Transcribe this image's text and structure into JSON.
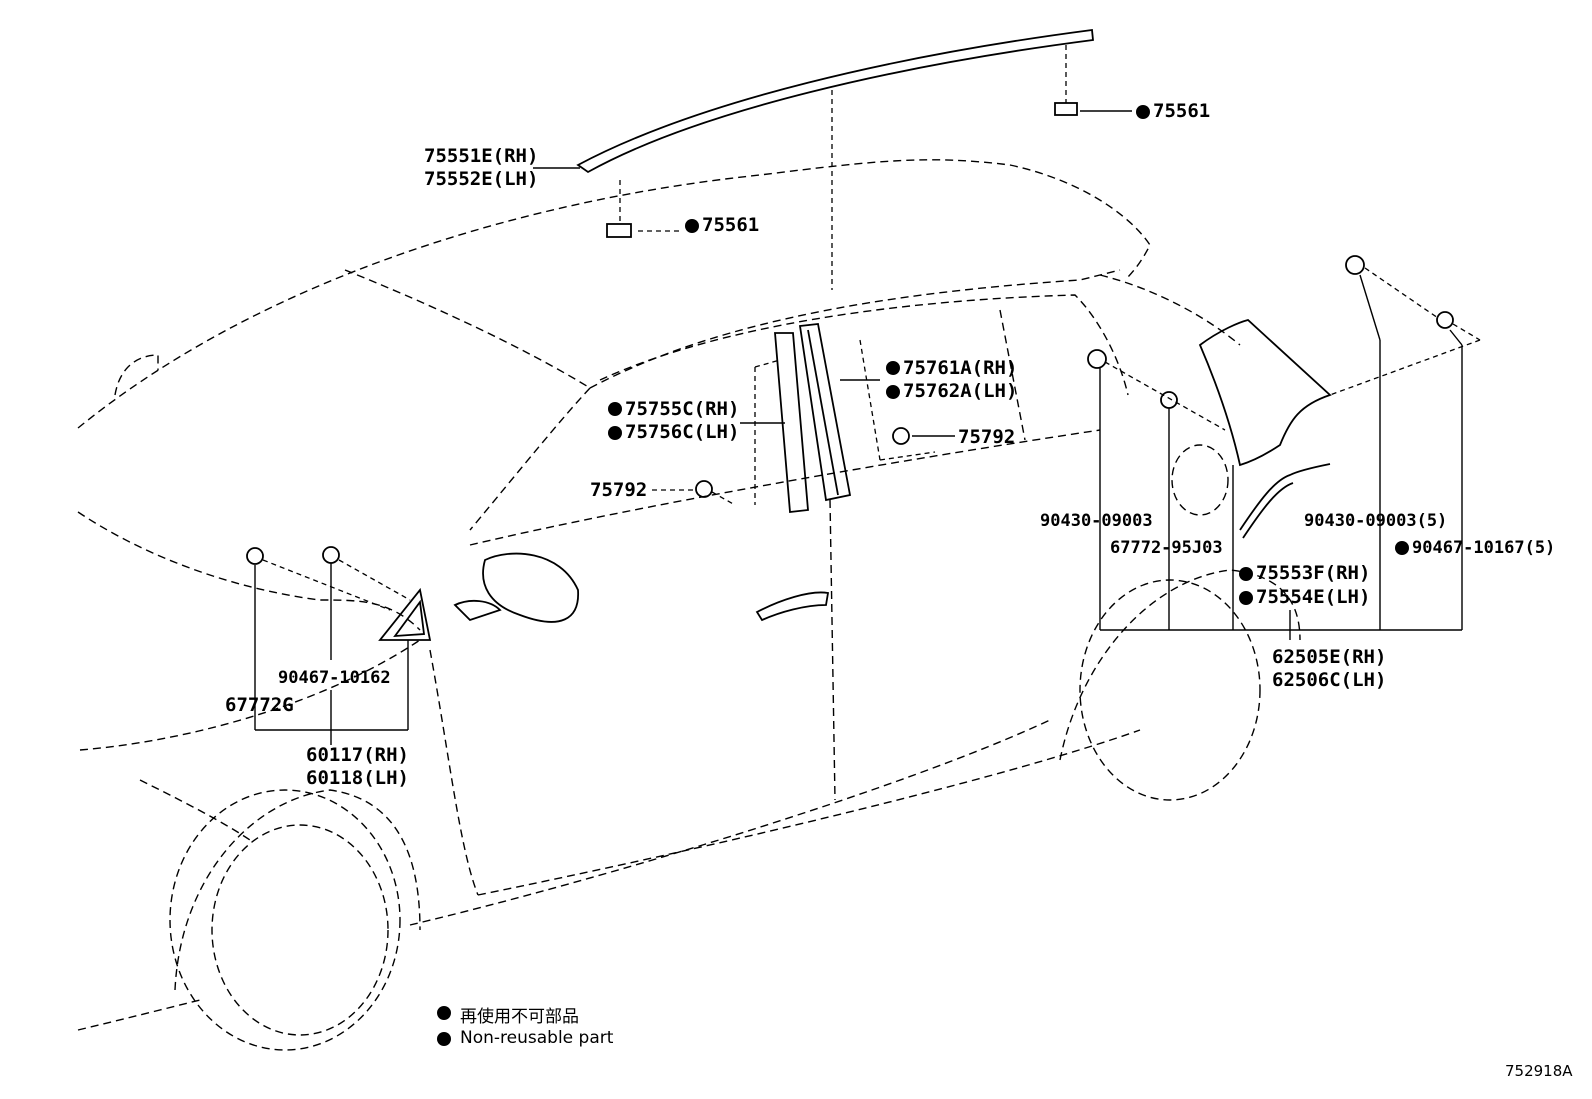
{
  "labels": {
    "roof_molding_rh": "75551E(RH)",
    "roof_molding_lh": "75552E(LH)",
    "clip_75561_a": "75561",
    "clip_75561_b": "75561",
    "pillar_rear_rh": "75761A(RH)",
    "pillar_rear_lh": "75762A(LH)",
    "pillar_front_rh": "75755C(RH)",
    "pillar_front_lh": "75756C(LH)",
    "clip_75792_a": "75792",
    "clip_75792_b": "75792",
    "screw_90430_a": "90430-09003",
    "screw_90430_b": "90430-09003(5)",
    "clip_90467_10167": "90467-10167(5)",
    "part_67772_95j03": "67772-95J03",
    "quarter_rh": "75553F(RH)",
    "quarter_lh": "75554E(LH)",
    "protector_rh": "62505E(RH)",
    "protector_lh": "62506C(LH)",
    "clip_90467_10162": "90467-10162",
    "part_67772g": "67772G",
    "garnish_rh": "60117(RH)",
    "garnish_lh": "60118(LH)"
  },
  "legend": {
    "bullet": "●",
    "japanese": "再使用不可部品",
    "english": "Non-reusable part"
  },
  "ref_code": "752918A"
}
